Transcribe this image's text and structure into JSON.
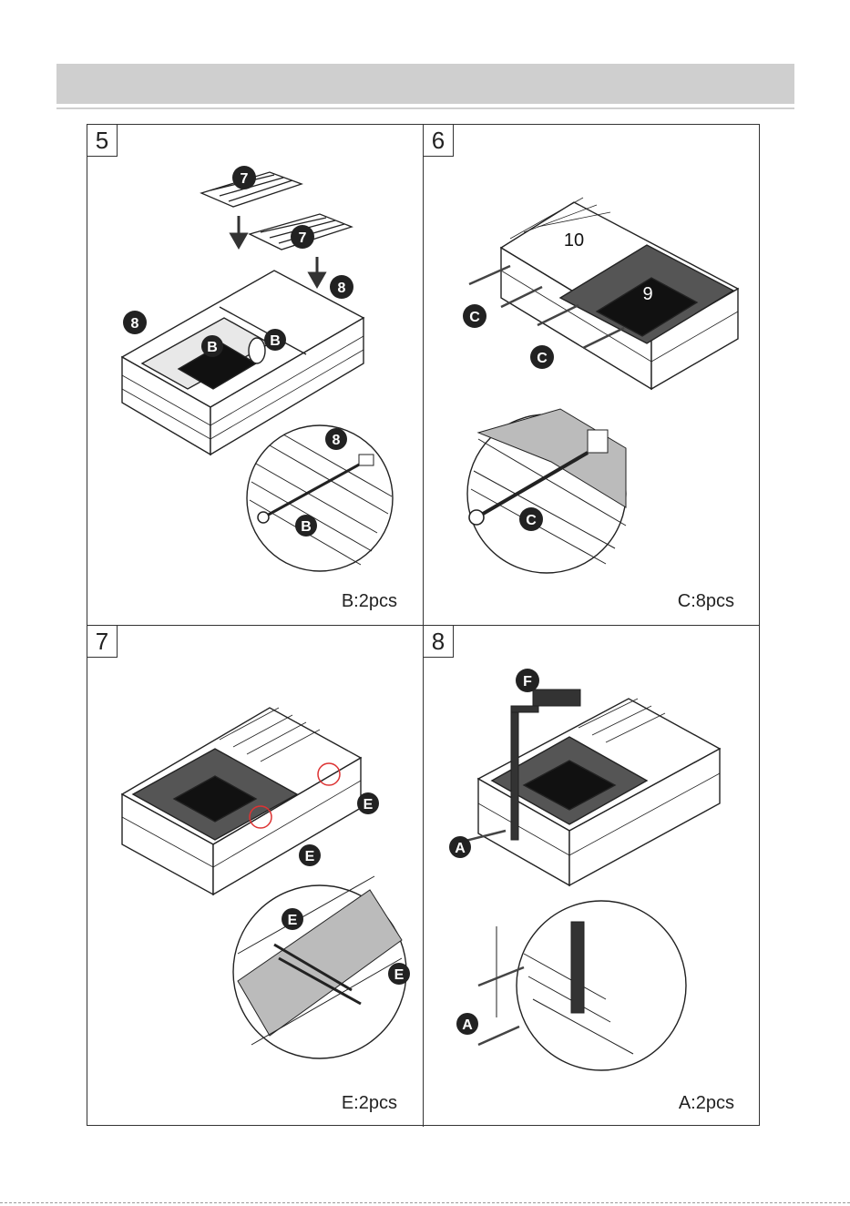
{
  "steps": [
    {
      "number": "5",
      "quantity": "B:2pcs",
      "labels": [
        "7",
        "7",
        "8",
        "8",
        "B",
        "B",
        "8",
        "B"
      ]
    },
    {
      "number": "6",
      "quantity": "C:8pcs",
      "labels": [
        "10",
        "9",
        "C",
        "C",
        "C"
      ]
    },
    {
      "number": "7",
      "quantity": "E:2pcs",
      "labels": [
        "E",
        "E",
        "E",
        "E"
      ]
    },
    {
      "number": "8",
      "quantity": "A:2pcs",
      "labels": [
        "F",
        "A",
        "A"
      ]
    }
  ]
}
